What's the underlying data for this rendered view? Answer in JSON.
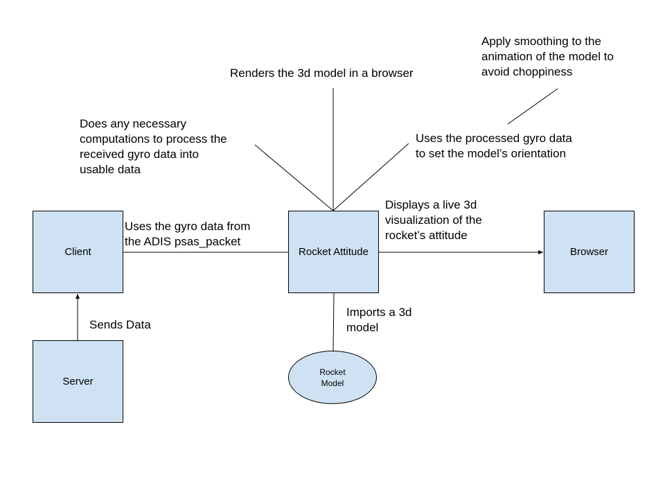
{
  "colors": {
    "box_fill": "#cfe2f3",
    "stroke": "#000000",
    "background": "#ffffff"
  },
  "nodes": {
    "client": "Client",
    "server": "Server",
    "rocket_attitude": "Rocket Attitude",
    "browser": "Browser",
    "rocket_model": [
      "Rocket",
      "Model"
    ]
  },
  "annotations": {
    "renders": [
      "Renders the 3d model in a browser"
    ],
    "smoothing": [
      "Apply smoothing to the",
      "animation of the model to",
      "avoid choppiness"
    ],
    "computations": [
      "Does any necessary",
      "computations to process the",
      "received gyro data into",
      "usable data"
    ],
    "orientation": [
      "Uses the processed gyro data",
      "to set the model’s orientation"
    ],
    "gyro_from_adis": [
      "Uses the gyro data from",
      "the ADIS psas_packet"
    ],
    "displays_live": [
      "Displays a live 3d",
      "visualization of the",
      "rocket’s attitude"
    ],
    "sends_data": [
      "Sends Data"
    ],
    "imports_model": [
      "Imports a 3d",
      "model"
    ]
  }
}
